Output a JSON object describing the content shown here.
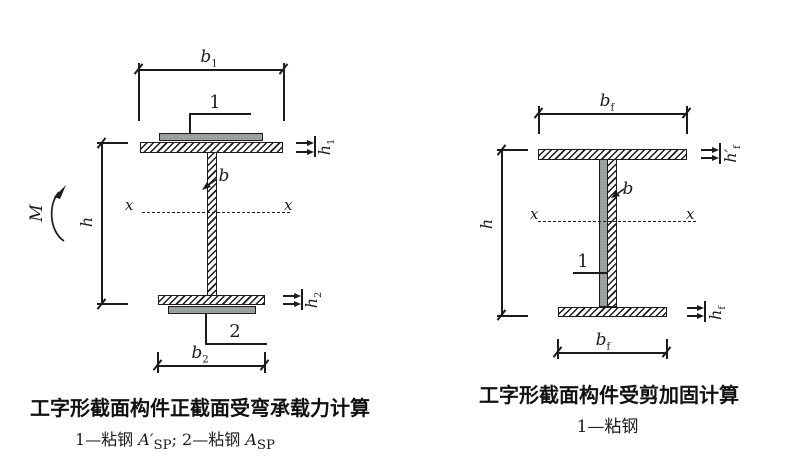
{
  "left": {
    "caption": "工字形截面构件正截面受弯承载力计算",
    "legend": {
      "p1": "1—粘钢 ",
      "v1": "A′",
      "s1": "SP",
      "p2": "; 2—粘钢 ",
      "v2": "A",
      "s2": "SP"
    },
    "dims": {
      "b1": {
        "base": "b",
        "sub": "1"
      },
      "b2": {
        "base": "b",
        "sub": "2"
      },
      "h1": {
        "base": "h",
        "sub": "1"
      },
      "h2": {
        "base": "h",
        "sub": "2"
      },
      "h": "h",
      "b": "b",
      "moment": "M",
      "axis_left": "x",
      "axis_right": "x"
    },
    "callouts": {
      "one": "1",
      "two": "2"
    }
  },
  "right": {
    "caption": "工字形截面构件受剪加固计算",
    "legend": "1—粘钢",
    "dims": {
      "bf_top": {
        "base": "b",
        "sub": "f"
      },
      "bf_bottom": {
        "base": "b",
        "sub": "f"
      },
      "hf_top": {
        "base": "h′",
        "sub": "f"
      },
      "hf_bottom": {
        "base": "h",
        "sub": "f"
      },
      "h": "h",
      "b": "b",
      "axis_left": "x",
      "axis_right": "x"
    },
    "callouts": {
      "one": "1"
    }
  },
  "colors": {
    "ink": "#1c1c1c",
    "plate_gray": "#a0a6a0",
    "paper": "#ffffff"
  }
}
